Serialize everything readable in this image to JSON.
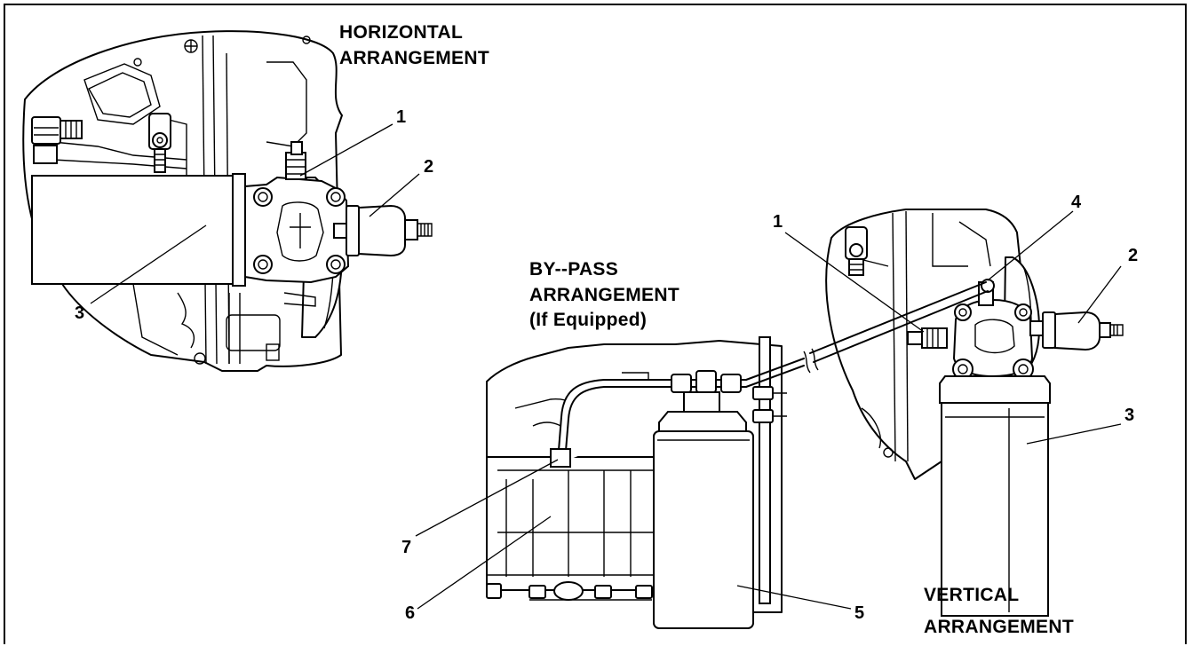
{
  "titles": {
    "horizontal": [
      "HORIZONTAL",
      "ARRANGEMENT"
    ],
    "bypass": [
      "BY--PASS",
      "ARRANGEMENT",
      "(If Equipped)"
    ],
    "vertical": [
      "VERTICAL",
      "ARRANGEMENT"
    ]
  },
  "callouts": {
    "h1": "1",
    "h2": "2",
    "h3": "3",
    "v1": "1",
    "v2": "2",
    "v3": "3",
    "v4": "4",
    "b5": "5",
    "b6": "6",
    "b7": "7"
  }
}
